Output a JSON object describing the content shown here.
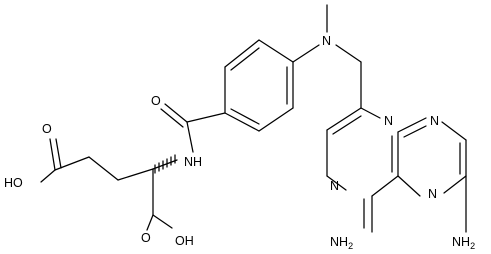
{
  "molecule": {
    "atom_labels": {
      "amide_nh": "NH",
      "amide_o": "O",
      "n_methyl": "N",
      "gamma_oh": "HO",
      "gamma_o": "O",
      "alpha_o": "O",
      "alpha_oh": "OH",
      "ring_n1": "N",
      "ring_n2": "N",
      "ring_n3": "N",
      "ring_n4": "N",
      "amine_4": "NH",
      "amine_4_sub": "2",
      "amine_2": "NH",
      "amine_2_sub": "2"
    }
  }
}
